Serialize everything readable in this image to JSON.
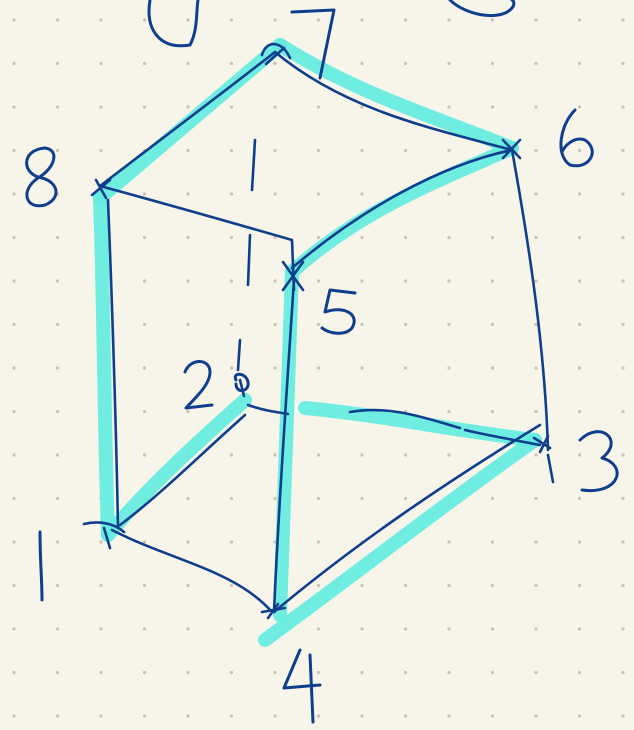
{
  "page": {
    "background": "#f7f4ea"
  },
  "colors": {
    "ink": "#0f3f8c",
    "highlight": "#63ebe0",
    "grid_dot": "#c9c3b2"
  },
  "diagram": {
    "type": "handwritten cube sketch with numbered vertices",
    "vertex_labels": [
      "1",
      "2",
      "3",
      "4",
      "5",
      "6",
      "7",
      "8"
    ],
    "highlighted_path": [
      "8",
      "7",
      "6",
      "5",
      "4",
      "3",
      "2",
      "1",
      "8"
    ]
  }
}
